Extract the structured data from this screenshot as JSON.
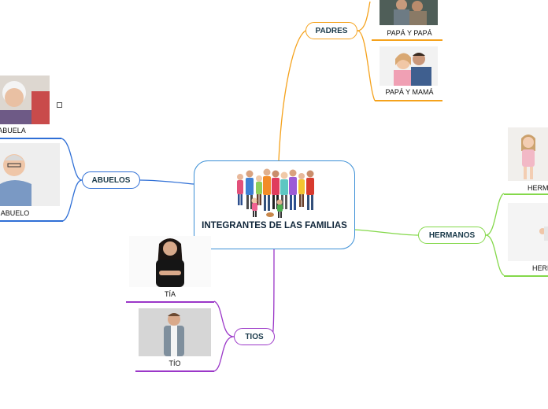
{
  "central": {
    "title": "INTEGRANTES DE LAS FAMILIAS"
  },
  "branches": {
    "padres": {
      "label": "PADRES",
      "color": "#f5a21c"
    },
    "abuelos": {
      "label": "ABUELOS",
      "color": "#2f6fd6"
    },
    "hermanos": {
      "label": "HERMANOS",
      "color": "#84d84a"
    },
    "tios": {
      "label": "TIOS",
      "color": "#9b37c8"
    }
  },
  "leaves": {
    "papa_papa": "PAPÁ Y PAPÁ",
    "papa_mama": "PAPÁ Y MAMÁ",
    "abuela": "ABUELA",
    "abuelo": "ABUELO",
    "hermana": "HERMANA",
    "hermano": "HERMANO",
    "tia": "TÍA",
    "tio": "TÍO"
  }
}
